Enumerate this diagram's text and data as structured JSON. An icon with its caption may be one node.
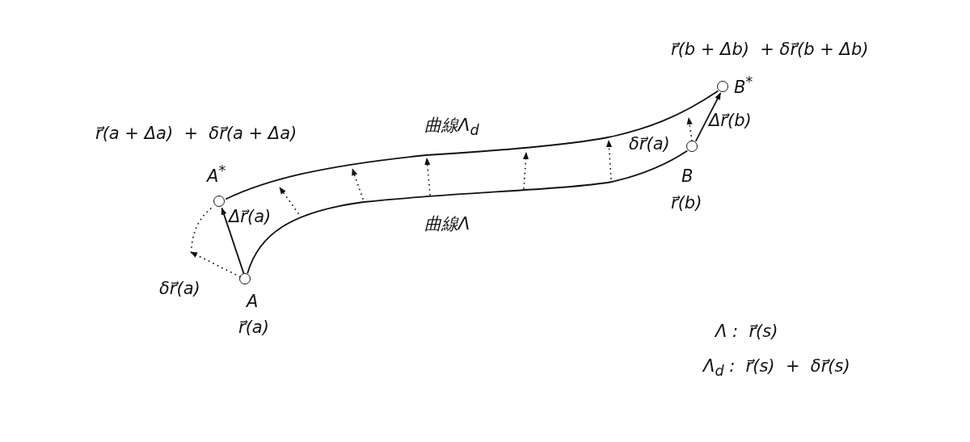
{
  "diagram": {
    "nodes": [
      {
        "text": [],
        "shape": "circle",
        "beside": [
          "A$^{*}$",
          "r⃗(a + Δa)  +  δr⃗(a + Δa)"
        ]
      },
      {
        "text": [],
        "shape": "circle",
        "beside": [
          "A",
          "r⃗(a)"
        ]
      },
      {
        "text": [],
        "shape": "circle",
        "beside": [
          "B",
          "r⃗(b)"
        ]
      },
      {
        "text": [],
        "shape": "circle",
        "beside": [
          "B$^{*}$",
          "r⃗(b + Δb)  + δr⃗(b + Δb)"
        ]
      }
    ],
    "edges": [
      {
        "from": 1,
        "to": 0,
        "arrow": "to",
        "label": "Δr⃗(a)"
      },
      {
        "from": 1,
        "to": null,
        "arrow": "to",
        "style": "dashed",
        "label": "δr⃗(a)"
      },
      {
        "from": null,
        "to": 0,
        "arrow": "none",
        "style": "dashed"
      },
      {
        "from": 0,
        "to": 3,
        "arrow": "none",
        "label": "曲線Λ$_{d}$"
      },
      {
        "from": 1,
        "to": 2,
        "arrow": "none",
        "label": "曲線Λ"
      },
      {
        "from": 2,
        "to": null,
        "arrow": "to",
        "style": "dashed",
        "label": "δr⃗(a)"
      },
      {
        "from": 2,
        "to": 3,
        "arrow": "to",
        "label": "Δr⃗(b)"
      }
    ],
    "labels": [
      "Λ :  r⃗(s)",
      "Λ$_{d}$ :  r⃗(s)  +  δr⃗(s)"
    ]
  }
}
